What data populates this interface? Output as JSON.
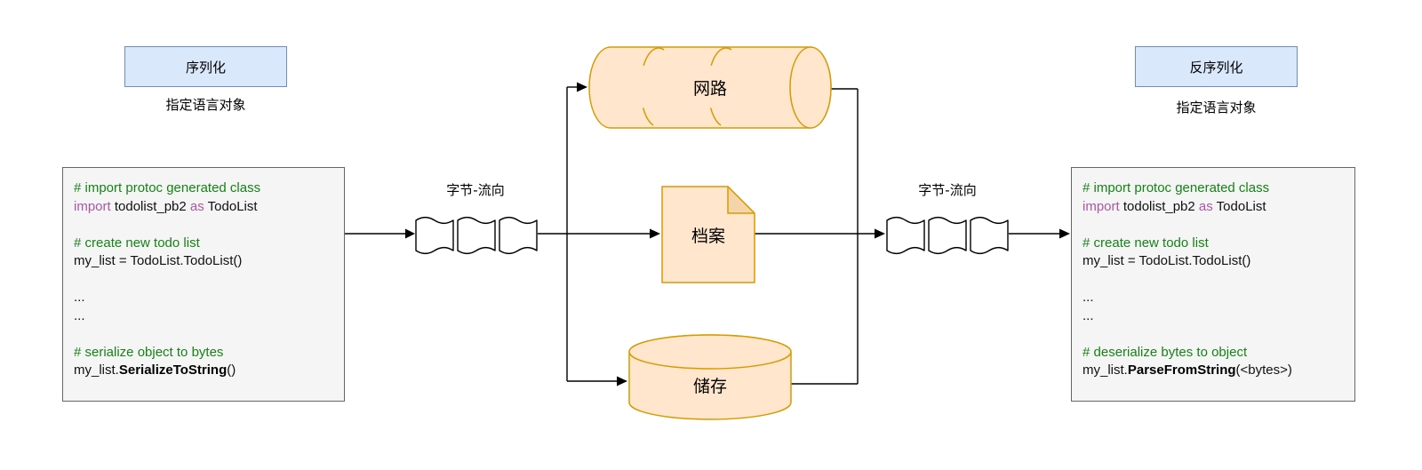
{
  "colors": {
    "header_box_fill": "#dae8fc",
    "header_box_stroke": "#6c8ebf",
    "shape_fill": "#ffe6cc",
    "shape_fold_fill": "#f3d5a9",
    "shape_stroke": "#d79b00",
    "code_bg": "#f5f5f5",
    "code_border": "#666666",
    "comment_green": "#178217",
    "keyword_purple": "#ab57a5",
    "line_black": "#000000"
  },
  "serialize_side": {
    "title": "序列化",
    "subtitle": "指定语言对象"
  },
  "deserialize_side": {
    "title": "反序列化",
    "subtitle": "指定语言对象"
  },
  "labels": {
    "byte_stream_left": "字节-流向",
    "byte_stream_right": "字节-流向",
    "network": "网路",
    "file": "档案",
    "storage": "储存"
  },
  "code_left": {
    "comment_1": "# import protoc generated class",
    "kw_import": "import ",
    "module": "todolist_pb2 ",
    "kw_as": "as ",
    "alias": "TodoList",
    "comment_2": "# create new todo list",
    "assign": "my_list = TodoList.TodoList()",
    "dots_1": "...",
    "dots_2": "...",
    "comment_3": "# serialize object to bytes",
    "call_obj": "my_list.",
    "call_fn": "SerializeToString",
    "call_args": "()"
  },
  "code_right": {
    "comment_1": "# import protoc generated class",
    "kw_import": "import ",
    "module": "todolist_pb2 ",
    "kw_as": "as ",
    "alias": "TodoList",
    "comment_2": "# create new todo list",
    "assign": "my_list = TodoList.TodoList()",
    "dots_1": "...",
    "dots_2": "...",
    "comment_3": "# deserialize bytes to object",
    "call_obj": "my_list.",
    "call_fn": "ParseFromString",
    "call_args": "(<bytes>)"
  }
}
